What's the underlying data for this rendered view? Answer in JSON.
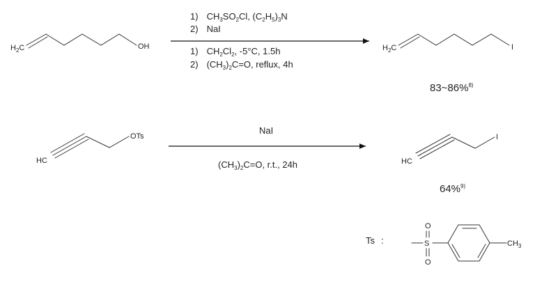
{
  "colors": {
    "line": "#333333",
    "text": "#222222",
    "background": "#ffffff"
  },
  "reaction1": {
    "reactant": {
      "left_label": "H",
      "left_sub": "2",
      "left_suffix": "C",
      "right_label": "OH"
    },
    "above": {
      "line1": {
        "num": "1)",
        "p1": "CH",
        "s1": "3",
        "p2": "SO",
        "s2": "2",
        "p3": "Cl, (C",
        "s3": "2",
        "p4": "H",
        "s4": "5",
        "p5": ")",
        "s5": "3",
        "p6": "N"
      },
      "line2": {
        "num": "2)",
        "text": "NaI"
      }
    },
    "below": {
      "line1": {
        "num": "1)",
        "p1": "CH",
        "s1": "2",
        "p2": "Cl",
        "s2": "2",
        "p3": ", -5°C, 1.5h"
      },
      "line2": {
        "num": "2)",
        "p1": "(CH",
        "s1": "3",
        "p2": ")",
        "s2": "2",
        "p3": "C=O, reflux, 4h"
      }
    },
    "product": {
      "left_label": "H",
      "left_sub": "2",
      "left_suffix": "C",
      "right_label": "I"
    },
    "yield": {
      "value": "83~86%",
      "ref": "8)"
    }
  },
  "reaction2": {
    "reactant": {
      "left_label": "HC",
      "right_label": "OTs"
    },
    "above": {
      "text": "NaI"
    },
    "below": {
      "p1": "(CH",
      "s1": "3",
      "p2": ")",
      "s2": "2",
      "p3": "C=O, r.t., 24h"
    },
    "product": {
      "left_label": "HC",
      "right_label": "I"
    },
    "yield": {
      "value": "64%",
      "ref": "9)"
    }
  },
  "ts_legend": {
    "label": "Ts",
    "colon": ":",
    "o_top": "O",
    "o_bottom": "O",
    "s": "S",
    "ch": "CH",
    "ch_sub": "3"
  }
}
